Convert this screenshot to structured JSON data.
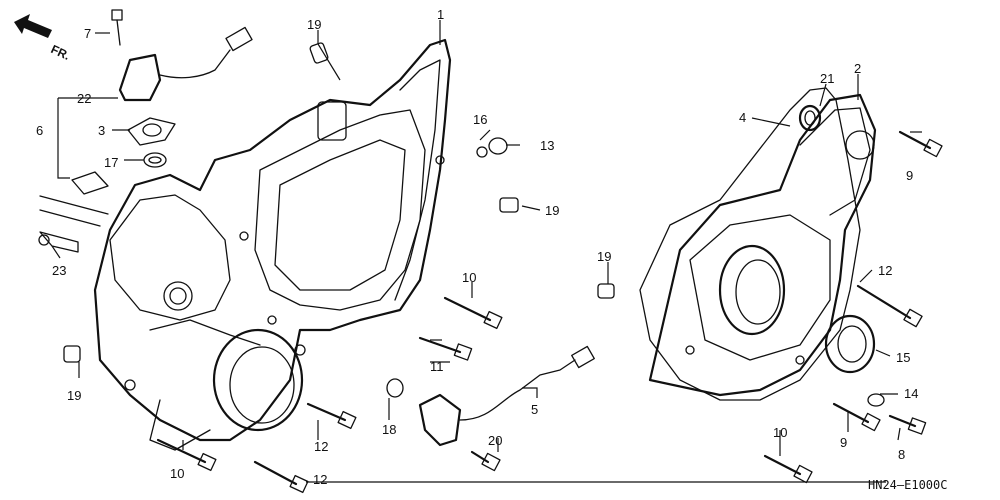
{
  "direction_label": "FR.",
  "drawing_code": "HN24—E1000C",
  "callouts": {
    "c1": "1",
    "c2": "2",
    "c3": "3",
    "c4": "4",
    "c5": "5",
    "c6": "6",
    "c7": "7",
    "c8": "8",
    "c9a": "9",
    "c9b": "9",
    "c10a": "10",
    "c10b": "10",
    "c10c": "10",
    "c11": "11",
    "c12a": "12",
    "c12b": "12",
    "c12c": "12",
    "c13": "13",
    "c14": "14",
    "c15": "15",
    "c16": "16",
    "c17": "17",
    "c18": "18",
    "c19a": "19",
    "c19b": "19",
    "c19c": "19",
    "c19d": "19",
    "c20": "20",
    "c21": "21",
    "c22": "22",
    "c23": "23"
  }
}
